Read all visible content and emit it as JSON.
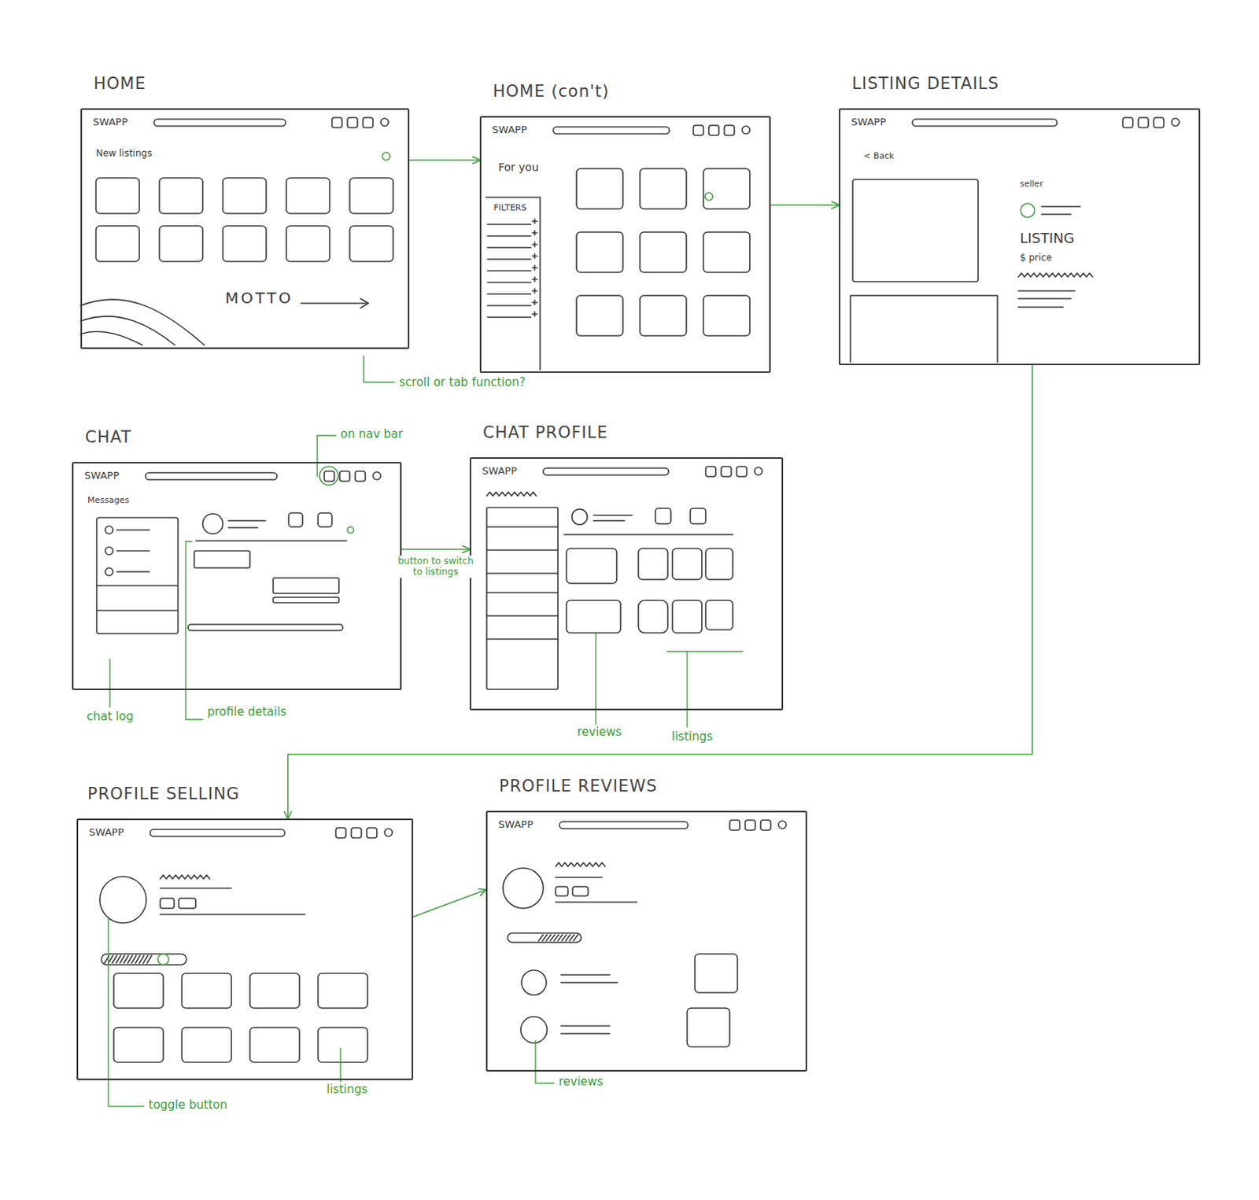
{
  "diagram": {
    "nodes": [
      {
        "text": [
          "HOME",
          "SWAPP",
          "New listings",
          "MOTTO"
        ]
      },
      {
        "text": [
          "HOME (con't)",
          "SWAPP",
          "For you",
          "FILTERS"
        ]
      },
      {
        "text": [
          "LISTING DETAILS",
          "SWAPP",
          "< Back",
          "seller",
          "LISTING",
          "$ price"
        ]
      },
      {
        "text": [
          "CHAT",
          "SWAPP",
          "Messages"
        ]
      },
      {
        "text": [
          "CHAT PROFILE",
          "SWAPP"
        ]
      },
      {
        "text": [
          "PROFILE SELLING",
          "SWAPP"
        ]
      },
      {
        "text": [
          "PROFILE REVIEWS",
          "SWAPP"
        ]
      }
    ],
    "edges": [
      {
        "from": 0,
        "to": 1,
        "arrow": "to"
      },
      {
        "from": 1,
        "to": 2,
        "arrow": "to"
      },
      {
        "from": 2,
        "to": 5,
        "arrow": "to"
      },
      {
        "from": 3,
        "to": 4,
        "label": "button to switch to listings",
        "arrow": "to"
      },
      {
        "from": 5,
        "to": 6,
        "arrow": "to"
      }
    ],
    "labels": [
      "scroll or tab function?",
      "on nav bar",
      "chat log",
      "profile details",
      "reviews",
      "listings",
      "toggle button",
      "listings",
      "reviews"
    ]
  }
}
